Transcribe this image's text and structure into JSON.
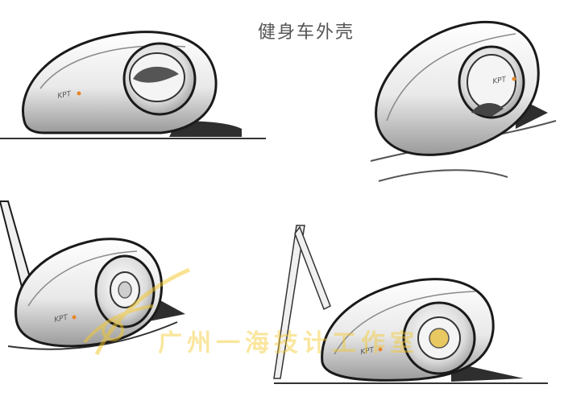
{
  "title": "健身车外壳",
  "sketches": [
    {
      "brand_mark": "KPT"
    },
    {
      "brand_mark": "KPT"
    },
    {
      "brand_mark": "KPT"
    },
    {
      "brand_mark": "KPT"
    }
  ],
  "watermark": {
    "text": "广州一海技计工作室"
  },
  "colors": {
    "background": "#ffffff",
    "ink": "#1a1a1a",
    "shadow": "#3a3a3a",
    "accent": "#e8862a",
    "watermark": "#f5c828"
  }
}
